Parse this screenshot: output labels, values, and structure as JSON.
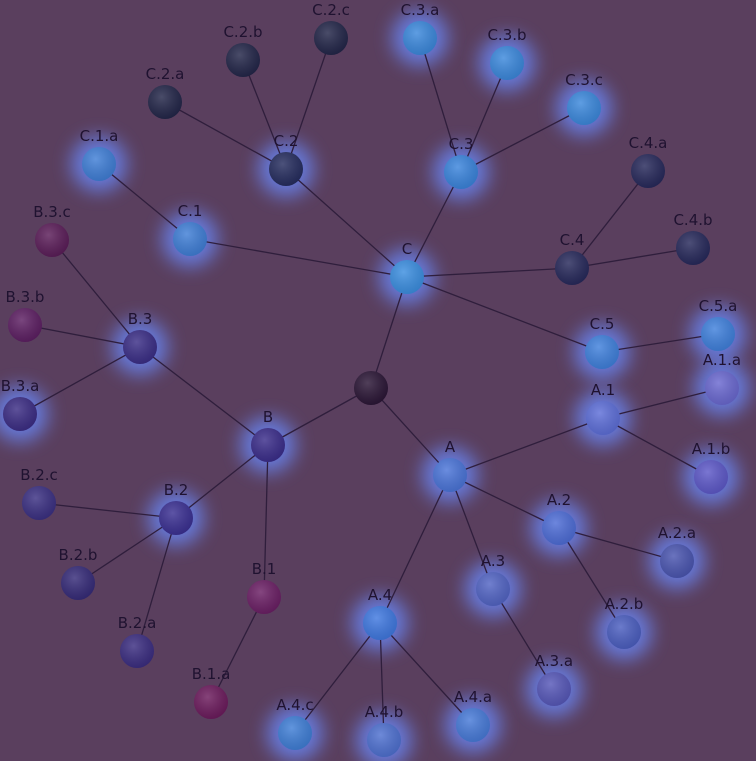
{
  "background": "#5a3f5e",
  "edge_color": "#2f1e3c",
  "glow_color": "#6b8bff",
  "nodes": [
    {
      "id": "root",
      "label": "",
      "color": "#2a1535",
      "glow": false
    },
    {
      "id": "A",
      "label": "A",
      "color": "#4a74d8",
      "glow": true
    },
    {
      "id": "A.1",
      "label": "A.1",
      "color": "#5d6ed8",
      "glow": true
    },
    {
      "id": "A.1.a",
      "label": "A.1.a",
      "color": "#6a68d0",
      "glow": true
    },
    {
      "id": "A.1.b",
      "label": "A.1.b",
      "color": "#5d58c8",
      "glow": true
    },
    {
      "id": "A.2",
      "label": "A.2",
      "color": "#4d6cd6",
      "glow": true
    },
    {
      "id": "A.2.a",
      "label": "A.2.a",
      "color": "#4a55b0",
      "glow": true
    },
    {
      "id": "A.2.b",
      "label": "A.2.b",
      "color": "#4b5ec0",
      "glow": true
    },
    {
      "id": "A.3",
      "label": "A.3",
      "color": "#5264c4",
      "glow": true
    },
    {
      "id": "A.3.a",
      "label": "A.3.a",
      "color": "#5657b8",
      "glow": true
    },
    {
      "id": "A.4",
      "label": "A.4",
      "color": "#3f78e0",
      "glow": true
    },
    {
      "id": "A.4.a",
      "label": "A.4.a",
      "color": "#477ad8",
      "glow": true
    },
    {
      "id": "A.4.b",
      "label": "A.4.b",
      "color": "#4e70d0",
      "glow": true
    },
    {
      "id": "A.4.c",
      "label": "A.4.c",
      "color": "#3f7ed6",
      "glow": true
    },
    {
      "id": "B",
      "label": "B",
      "color": "#3a2c8a",
      "glow": true
    },
    {
      "id": "B.1",
      "label": "B.1",
      "color": "#6a1e64",
      "glow": false
    },
    {
      "id": "B.1.a",
      "label": "B.1.a",
      "color": "#6b1a5c",
      "glow": false
    },
    {
      "id": "B.2",
      "label": "B.2",
      "color": "#3a2f92",
      "glow": true
    },
    {
      "id": "B.2.a",
      "label": "B.2.a",
      "color": "#3a2c80",
      "glow": false
    },
    {
      "id": "B.2.b",
      "label": "B.2.b",
      "color": "#352a78",
      "glow": false
    },
    {
      "id": "B.2.c",
      "label": "B.2.c",
      "color": "#3a2f82",
      "glow": false
    },
    {
      "id": "B.3",
      "label": "B.3",
      "color": "#3a2d86",
      "glow": true
    },
    {
      "id": "B.3.a",
      "label": "B.3.a",
      "color": "#3b2c84",
      "glow": true
    },
    {
      "id": "B.3.b",
      "label": "B.3.b",
      "color": "#5c1e62",
      "glow": false
    },
    {
      "id": "B.3.c",
      "label": "B.3.c",
      "color": "#5a1c58",
      "glow": false
    },
    {
      "id": "C",
      "label": "C",
      "color": "#3b8ee0",
      "glow": true
    },
    {
      "id": "C.1",
      "label": "C.1",
      "color": "#3f7ed6",
      "glow": true
    },
    {
      "id": "C.1.a",
      "label": "C.1.a",
      "color": "#3f7ed6",
      "glow": true
    },
    {
      "id": "C.2",
      "label": "C.2",
      "color": "#252c5e",
      "glow": true
    },
    {
      "id": "C.2.a",
      "label": "C.2.a",
      "color": "#222548",
      "glow": false
    },
    {
      "id": "C.2.b",
      "label": "C.2.b",
      "color": "#222548",
      "glow": false
    },
    {
      "id": "C.2.c",
      "label": "C.2.c",
      "color": "#222548",
      "glow": false
    },
    {
      "id": "C.3",
      "label": "C.3",
      "color": "#3a84dc",
      "glow": true
    },
    {
      "id": "C.3.a",
      "label": "C.3.a",
      "color": "#3b88dc",
      "glow": true
    },
    {
      "id": "C.3.b",
      "label": "C.3.b",
      "color": "#3b88dc",
      "glow": true
    },
    {
      "id": "C.3.c",
      "label": "C.3.c",
      "color": "#3b88dc",
      "glow": true
    },
    {
      "id": "C.4",
      "label": "C.4",
      "color": "#26285a",
      "glow": false
    },
    {
      "id": "C.4.a",
      "label": "C.4.a",
      "color": "#26285a",
      "glow": false
    },
    {
      "id": "C.4.b",
      "label": "C.4.b",
      "color": "#26285a",
      "glow": false
    },
    {
      "id": "C.5",
      "label": "C.5",
      "color": "#3f80dc",
      "glow": true
    },
    {
      "id": "C.5.a",
      "label": "C.5.a",
      "color": "#3f80dc",
      "glow": true
    }
  ],
  "edges": [
    [
      "root",
      "A"
    ],
    [
      "root",
      "B"
    ],
    [
      "root",
      "C"
    ],
    [
      "A",
      "A.1"
    ],
    [
      "A",
      "A.2"
    ],
    [
      "A",
      "A.3"
    ],
    [
      "A",
      "A.4"
    ],
    [
      "A.1",
      "A.1.a"
    ],
    [
      "A.1",
      "A.1.b"
    ],
    [
      "A.2",
      "A.2.a"
    ],
    [
      "A.2",
      "A.2.b"
    ],
    [
      "A.3",
      "A.3.a"
    ],
    [
      "A.4",
      "A.4.a"
    ],
    [
      "A.4",
      "A.4.b"
    ],
    [
      "A.4",
      "A.4.c"
    ],
    [
      "B",
      "B.1"
    ],
    [
      "B",
      "B.2"
    ],
    [
      "B",
      "B.3"
    ],
    [
      "B.1",
      "B.1.a"
    ],
    [
      "B.2",
      "B.2.a"
    ],
    [
      "B.2",
      "B.2.b"
    ],
    [
      "B.2",
      "B.2.c"
    ],
    [
      "B.3",
      "B.3.a"
    ],
    [
      "B.3",
      "B.3.b"
    ],
    [
      "B.3",
      "B.3.c"
    ],
    [
      "C",
      "C.1"
    ],
    [
      "C",
      "C.2"
    ],
    [
      "C",
      "C.3"
    ],
    [
      "C",
      "C.4"
    ],
    [
      "C",
      "C.5"
    ],
    [
      "C.1",
      "C.1.a"
    ],
    [
      "C.2",
      "C.2.a"
    ],
    [
      "C.2",
      "C.2.b"
    ],
    [
      "C.2",
      "C.2.c"
    ],
    [
      "C.3",
      "C.3.a"
    ],
    [
      "C.3",
      "C.3.b"
    ],
    [
      "C.3",
      "C.3.c"
    ],
    [
      "C.4",
      "C.4.a"
    ],
    [
      "C.4",
      "C.4.b"
    ],
    [
      "C.5",
      "C.5.a"
    ]
  ]
}
